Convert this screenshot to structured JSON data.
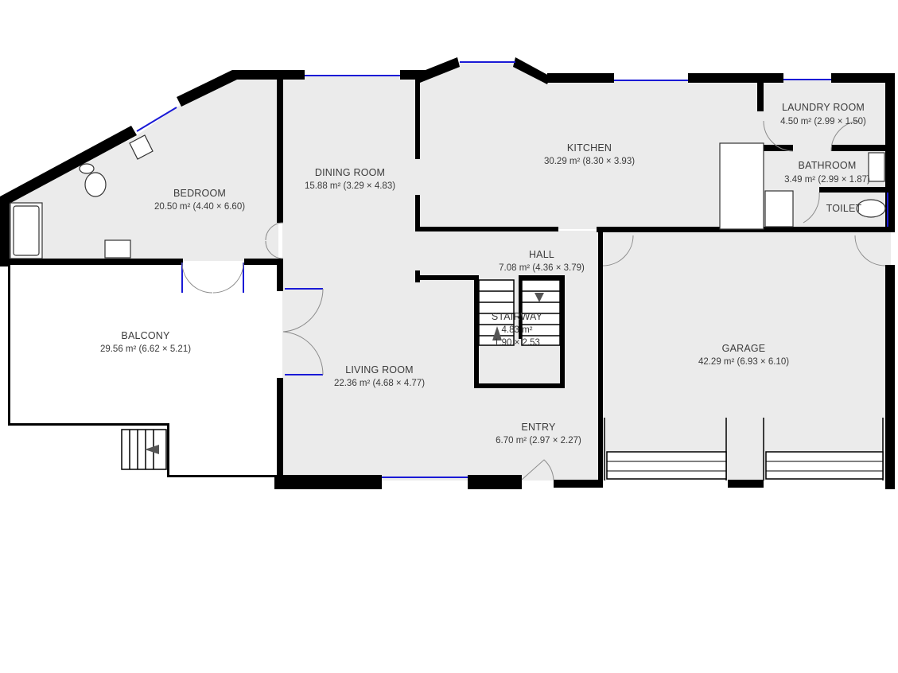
{
  "floor_plan": {
    "rooms": [
      {
        "id": "bedroom",
        "name": "BEDROOM",
        "area": "20.50 m² (4.40 × 6.60)"
      },
      {
        "id": "dining",
        "name": "DINING ROOM",
        "area": "15.88 m² (3.29 × 4.83)"
      },
      {
        "id": "kitchen",
        "name": "KITCHEN",
        "area": "30.29 m² (8.30 × 3.93)"
      },
      {
        "id": "laundry",
        "name": "LAUNDRY ROOM",
        "area": "4.50 m² (2.99 × 1.50)"
      },
      {
        "id": "bathroom",
        "name": "BATHROOM",
        "area": "3.49 m² (2.99 × 1.87)"
      },
      {
        "id": "toilet",
        "name": "TOILET",
        "area": ""
      },
      {
        "id": "hall",
        "name": "HALL",
        "area": "7.08 m² (4.36 × 3.79)"
      },
      {
        "id": "stairway",
        "name": "STAIRWAY",
        "area": "4.83 m²",
        "dims": "1.90 × 2.53"
      },
      {
        "id": "balcony",
        "name": "BALCONY",
        "area": "29.56 m² (6.62 × 5.21)"
      },
      {
        "id": "living",
        "name": "LIVING ROOM",
        "area": "22.36 m² (4.68 × 4.77)"
      },
      {
        "id": "garage",
        "name": "GARAGE",
        "area": "42.29 m² (6.93 × 6.10)"
      },
      {
        "id": "entry",
        "name": "ENTRY",
        "area": "6.70 m² (2.97 × 2.27)"
      }
    ]
  }
}
